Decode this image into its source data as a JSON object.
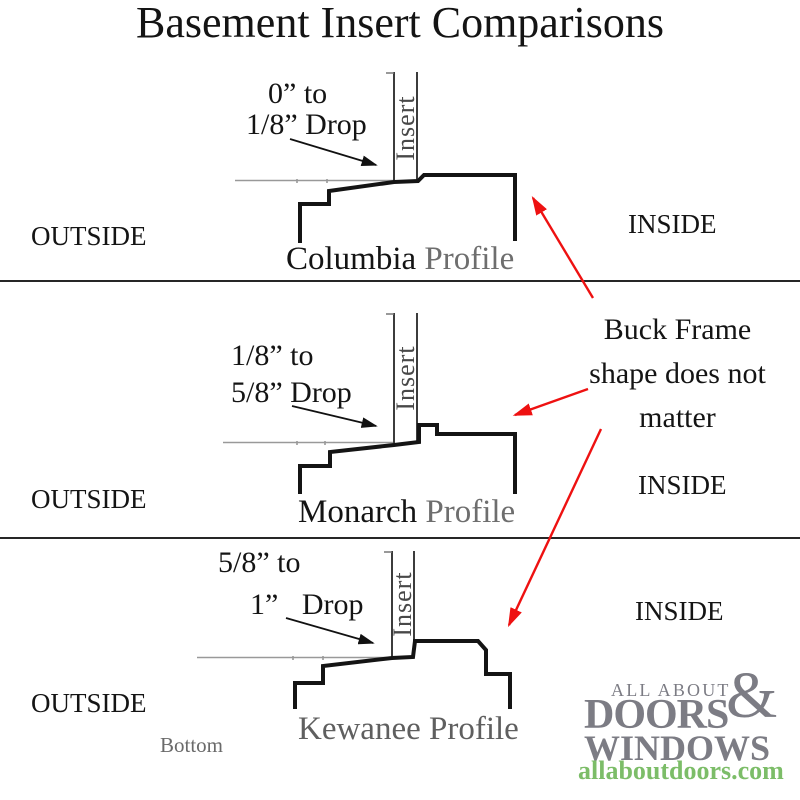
{
  "title": "Basement Insert Comparisons",
  "sections": [
    {
      "drop_line1": "0” to",
      "drop_line2": "1/8” Drop",
      "insert_label": "Insert",
      "outside_label": "OUTSIDE",
      "inside_label": "INSIDE",
      "profile_name": "Columbia",
      "profile_word": "Profile"
    },
    {
      "drop_line1": "1/8” to",
      "drop_line2": "5/8” Drop",
      "insert_label": "Insert",
      "outside_label": "OUTSIDE",
      "inside_label": "INSIDE",
      "profile_name": "Monarch",
      "profile_word": "Profile"
    },
    {
      "drop_line1": "5/8” to",
      "drop_line2": "1” Drop",
      "insert_label": "Insert",
      "outside_label": "OUTSIDE",
      "inside_label": "INSIDE",
      "profile_name": "Kewanee",
      "profile_word": "Profile"
    }
  ],
  "note": {
    "line1": "Buck Frame",
    "line2": "shape does not",
    "line3": "matter"
  },
  "bottom_label": "Bottom",
  "logo": {
    "top_line": "ALL ABOUT",
    "ampersand": "&",
    "mid_line": "DOORS",
    "bottom_line": "WINDOWS",
    "url": "allaboutdoors.com"
  },
  "colors": {
    "arrow_red": "#ee1111",
    "ink": "#141414",
    "profile_gray": "#6e6e6e",
    "thin_line": "#999999",
    "logo_gray": "#7c7c84",
    "logo_green": "#7cbd68"
  }
}
